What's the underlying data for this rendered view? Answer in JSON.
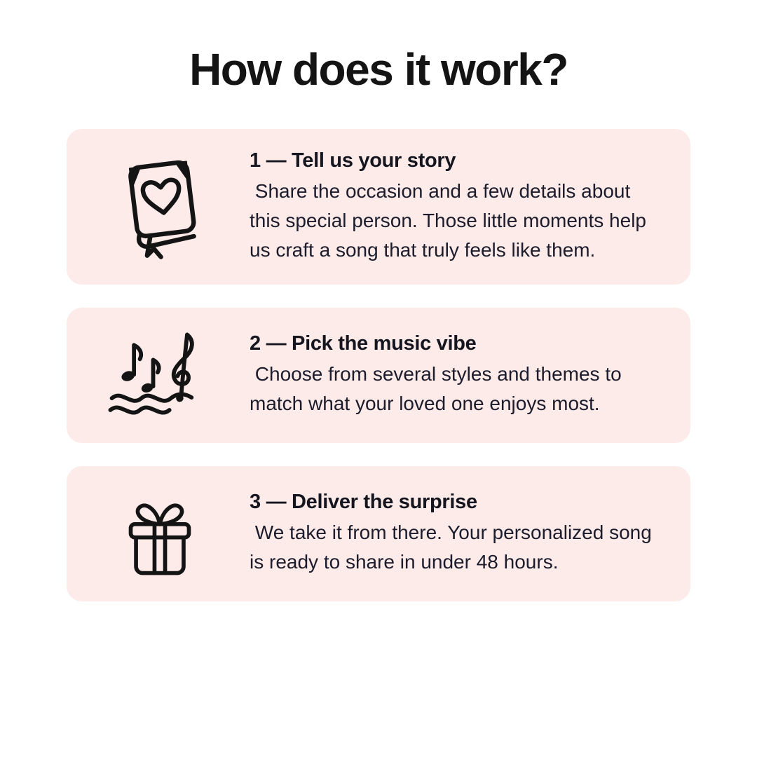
{
  "page": {
    "title": "How does it work?"
  },
  "colors": {
    "background": "#ffffff",
    "card_background": "#fcebe8",
    "text": "#1c1c2c",
    "title": "#141414",
    "icon_stroke": "#141414"
  },
  "icons": {
    "step1": "heart-book-icon",
    "step2": "music-notes-icon",
    "step3": "gift-box-icon"
  },
  "steps": [
    {
      "heading": "1 — Tell us your story",
      "body": " Share the occasion and a few details about this special person. Those little moments help us craft a song that truly feels like them."
    },
    {
      "heading": "2 — Pick the music vibe",
      "body": " Choose from several styles and themes to match what your loved one enjoys most."
    },
    {
      "heading": "3 — Deliver the surprise",
      "body": " We take it from there. Your personalized song is ready to share in under 48 hours."
    }
  ]
}
